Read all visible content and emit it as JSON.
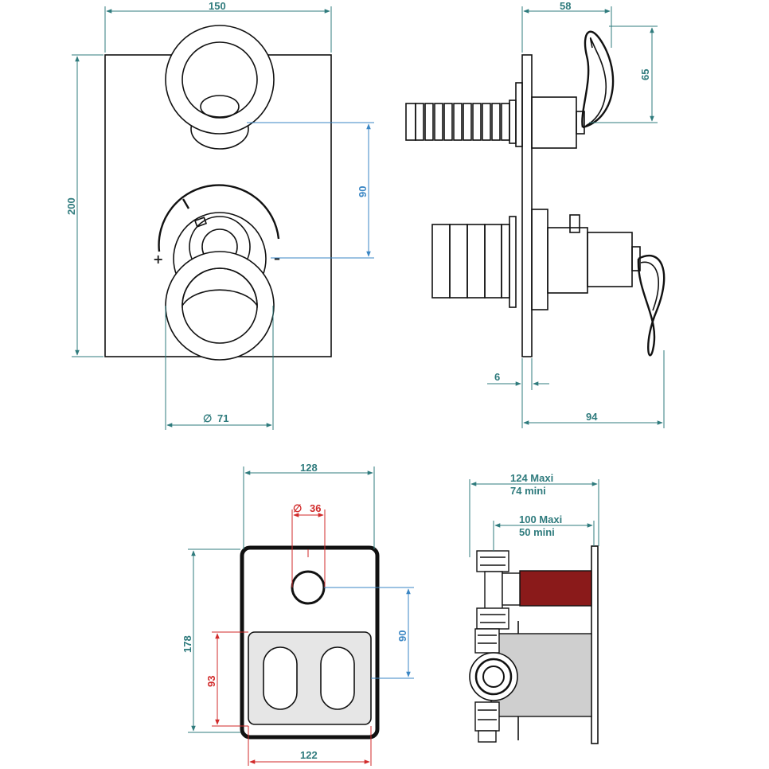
{
  "dims": {
    "front_width": "150",
    "front_height": "200",
    "axis_distance_top": "90",
    "handle_diameter": "71",
    "diameter_symbol": "∅",
    "side_handle_depth": "58",
    "side_handle_height": "65",
    "plate_thickness": "6",
    "side_total_depth": "94",
    "box_width": "128",
    "box_height": "178",
    "hole_diameter": "36",
    "box_axis_distance": "90",
    "cutout_height": "93",
    "cutout_width": "122",
    "body_max": "124  Maxi",
    "body_min": "74 mini",
    "embed_max": "100  Maxi",
    "embed_min": "50 mini"
  },
  "symbols": {
    "plus": "+",
    "minus": "–"
  },
  "colors": {
    "dimension_teal": "#2f7b7d",
    "dimension_blue": "#3a86c4",
    "dimension_red": "#d12a2a",
    "sleeve": "#8a1a1a",
    "outline": "#111111"
  }
}
